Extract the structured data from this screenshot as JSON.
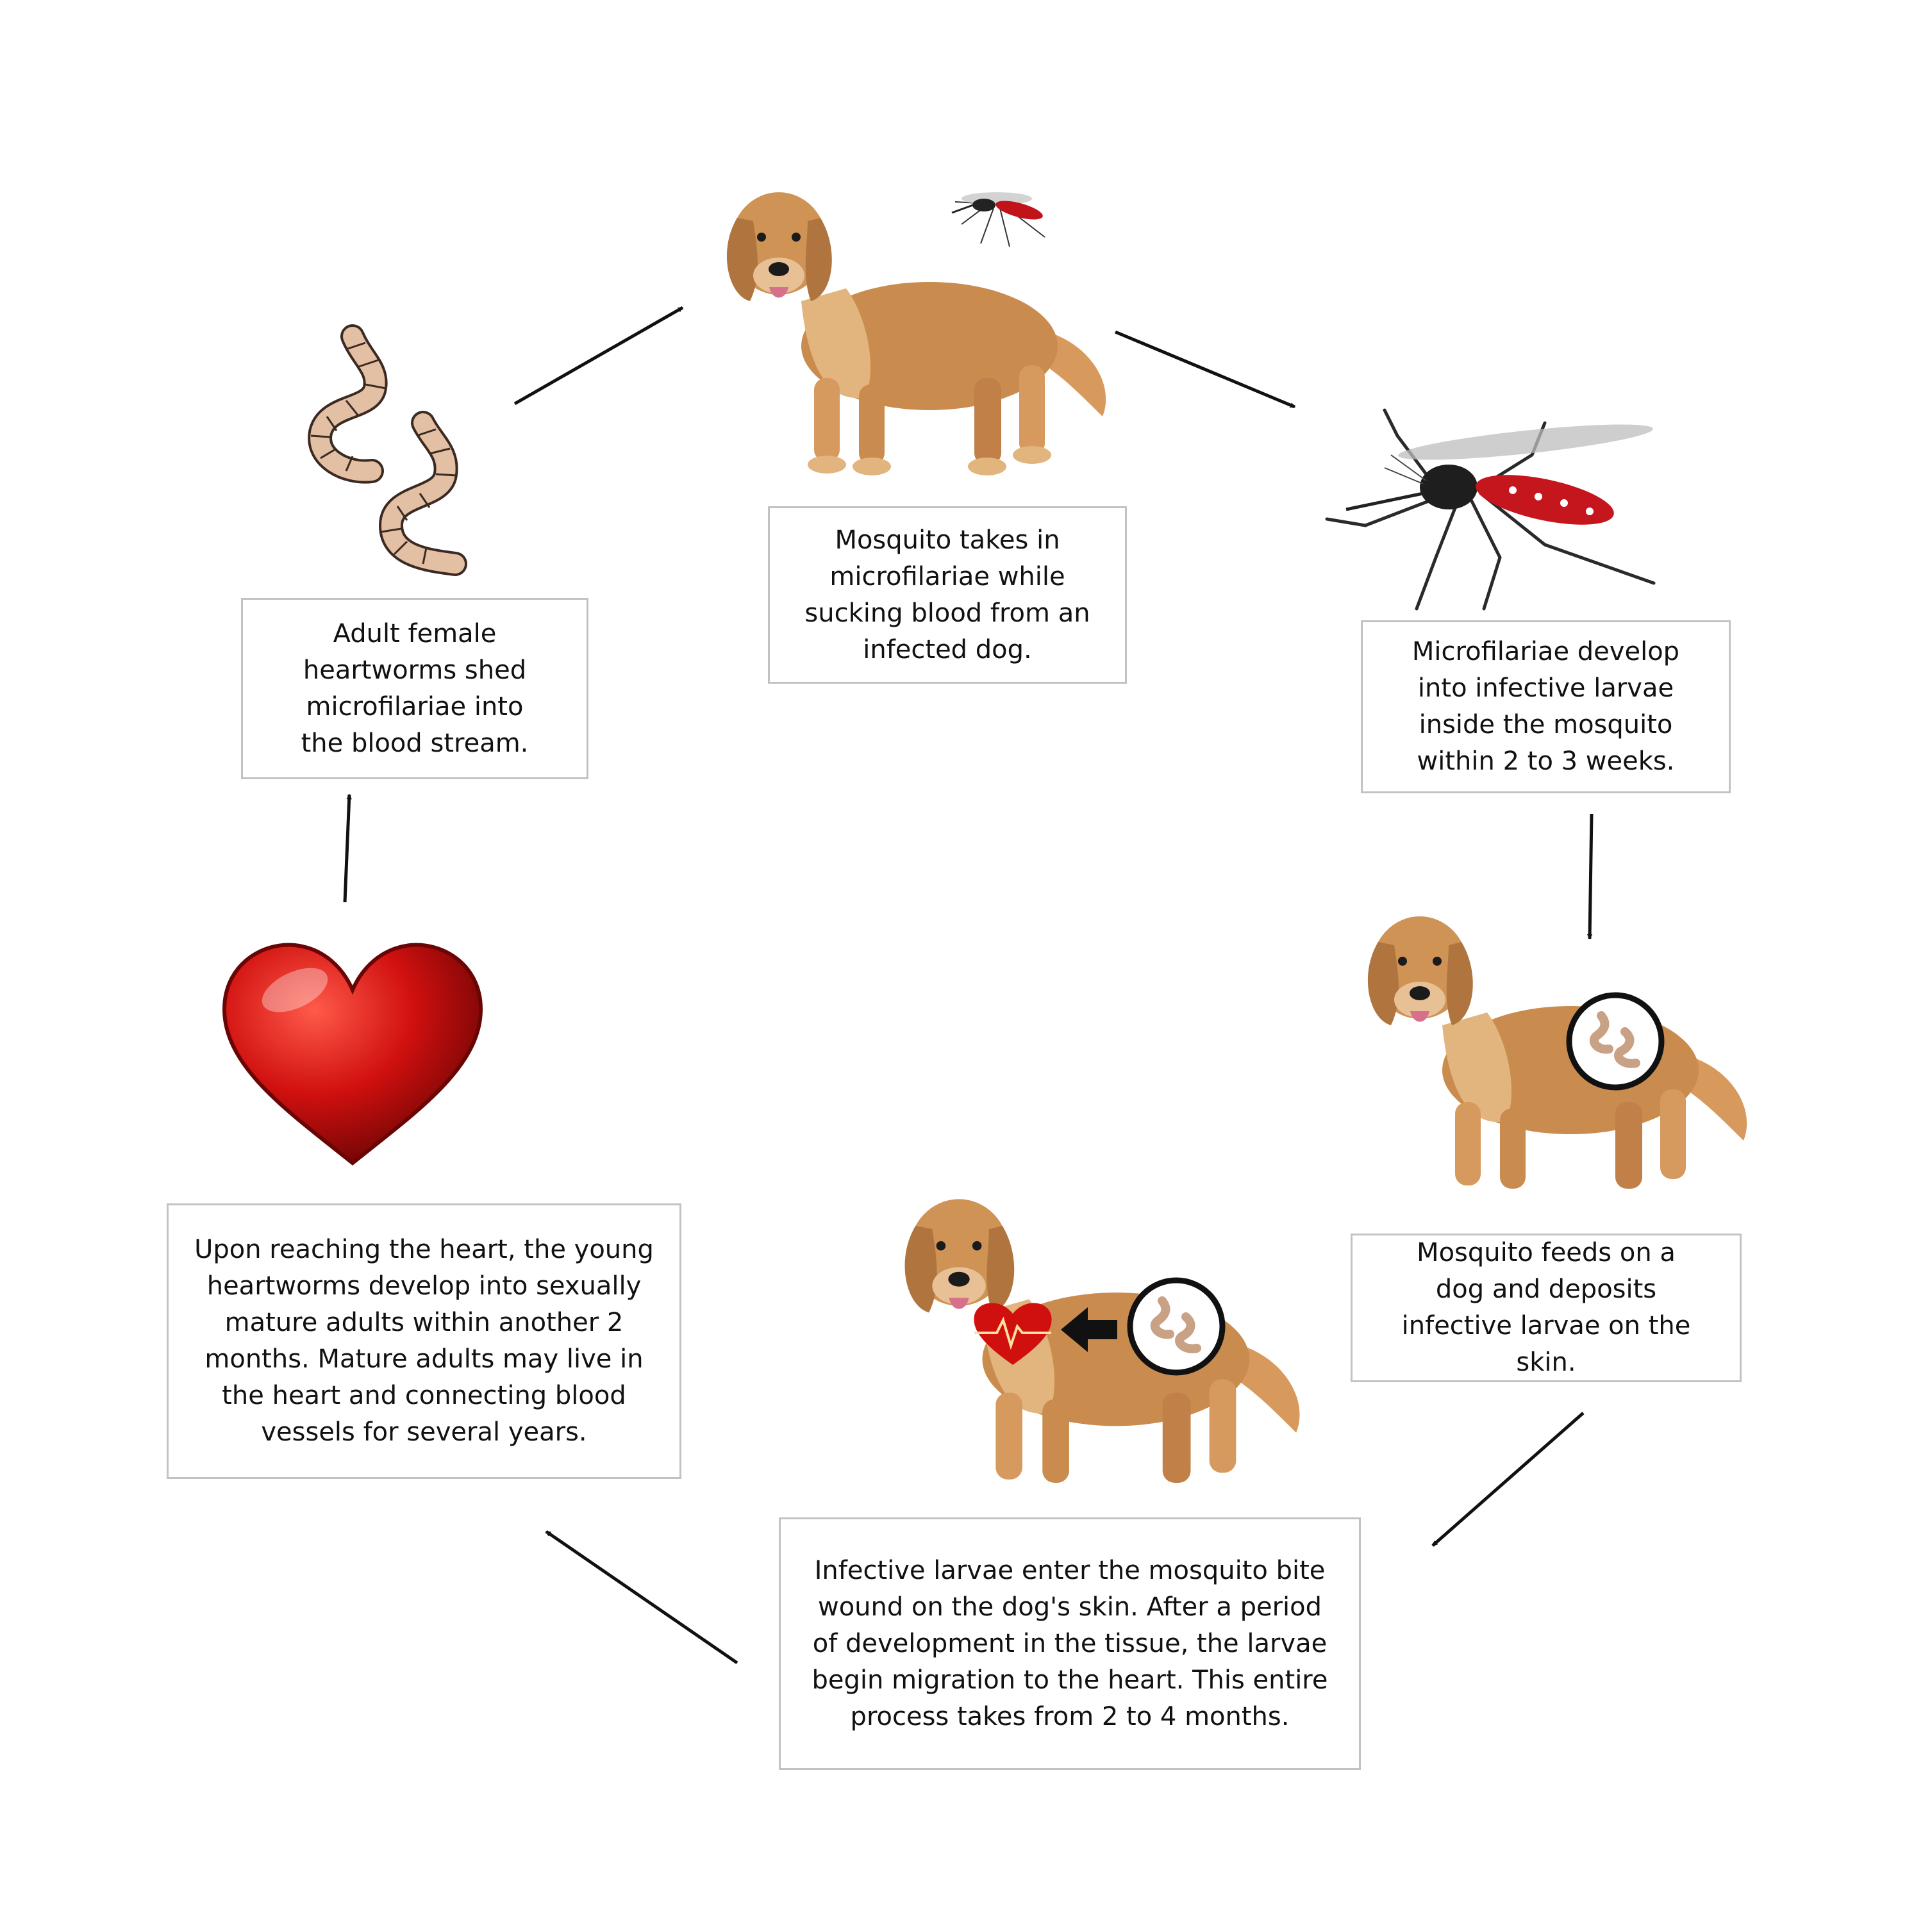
{
  "steps": [
    {
      "id": "dog-bite",
      "text": "Mosquito takes in microfilariae while sucking blood from an infected dog."
    },
    {
      "id": "mosquito-develop",
      "text": "Microfilariae develop into infective larvae inside the mosquito within 2 to 3 weeks."
    },
    {
      "id": "deposit",
      "text": "Mosquito feeds on a dog and deposits infective larvae on the skin."
    },
    {
      "id": "migration",
      "text": "Infective larvae enter the mosquito bite wound on the dog's skin. After a period of development in the tissue, the larvae begin migration to the heart. This entire process takes from 2 to 4 months."
    },
    {
      "id": "heart-mature",
      "text": "Upon reaching the heart, the young heartworms develop into sexually mature adults within another 2 months. Mature adults may live in the heart and connecting blood vessels for several years."
    },
    {
      "id": "shed",
      "text": "Adult female heartworms shed microfilariae into the blood stream."
    }
  ],
  "colors": {
    "dog_fur": "#c98c4e",
    "dog_light": "#e2b47e",
    "heart_red": "#d0100f",
    "worm": "#e3bfa4",
    "box_border": "#c2c2c2",
    "arrow": "#111111"
  },
  "icons": [
    "worm-icon",
    "dog-icon",
    "mosquito-icon",
    "heart-icon",
    "larvae-circle-icon",
    "heartbeat-icon"
  ]
}
